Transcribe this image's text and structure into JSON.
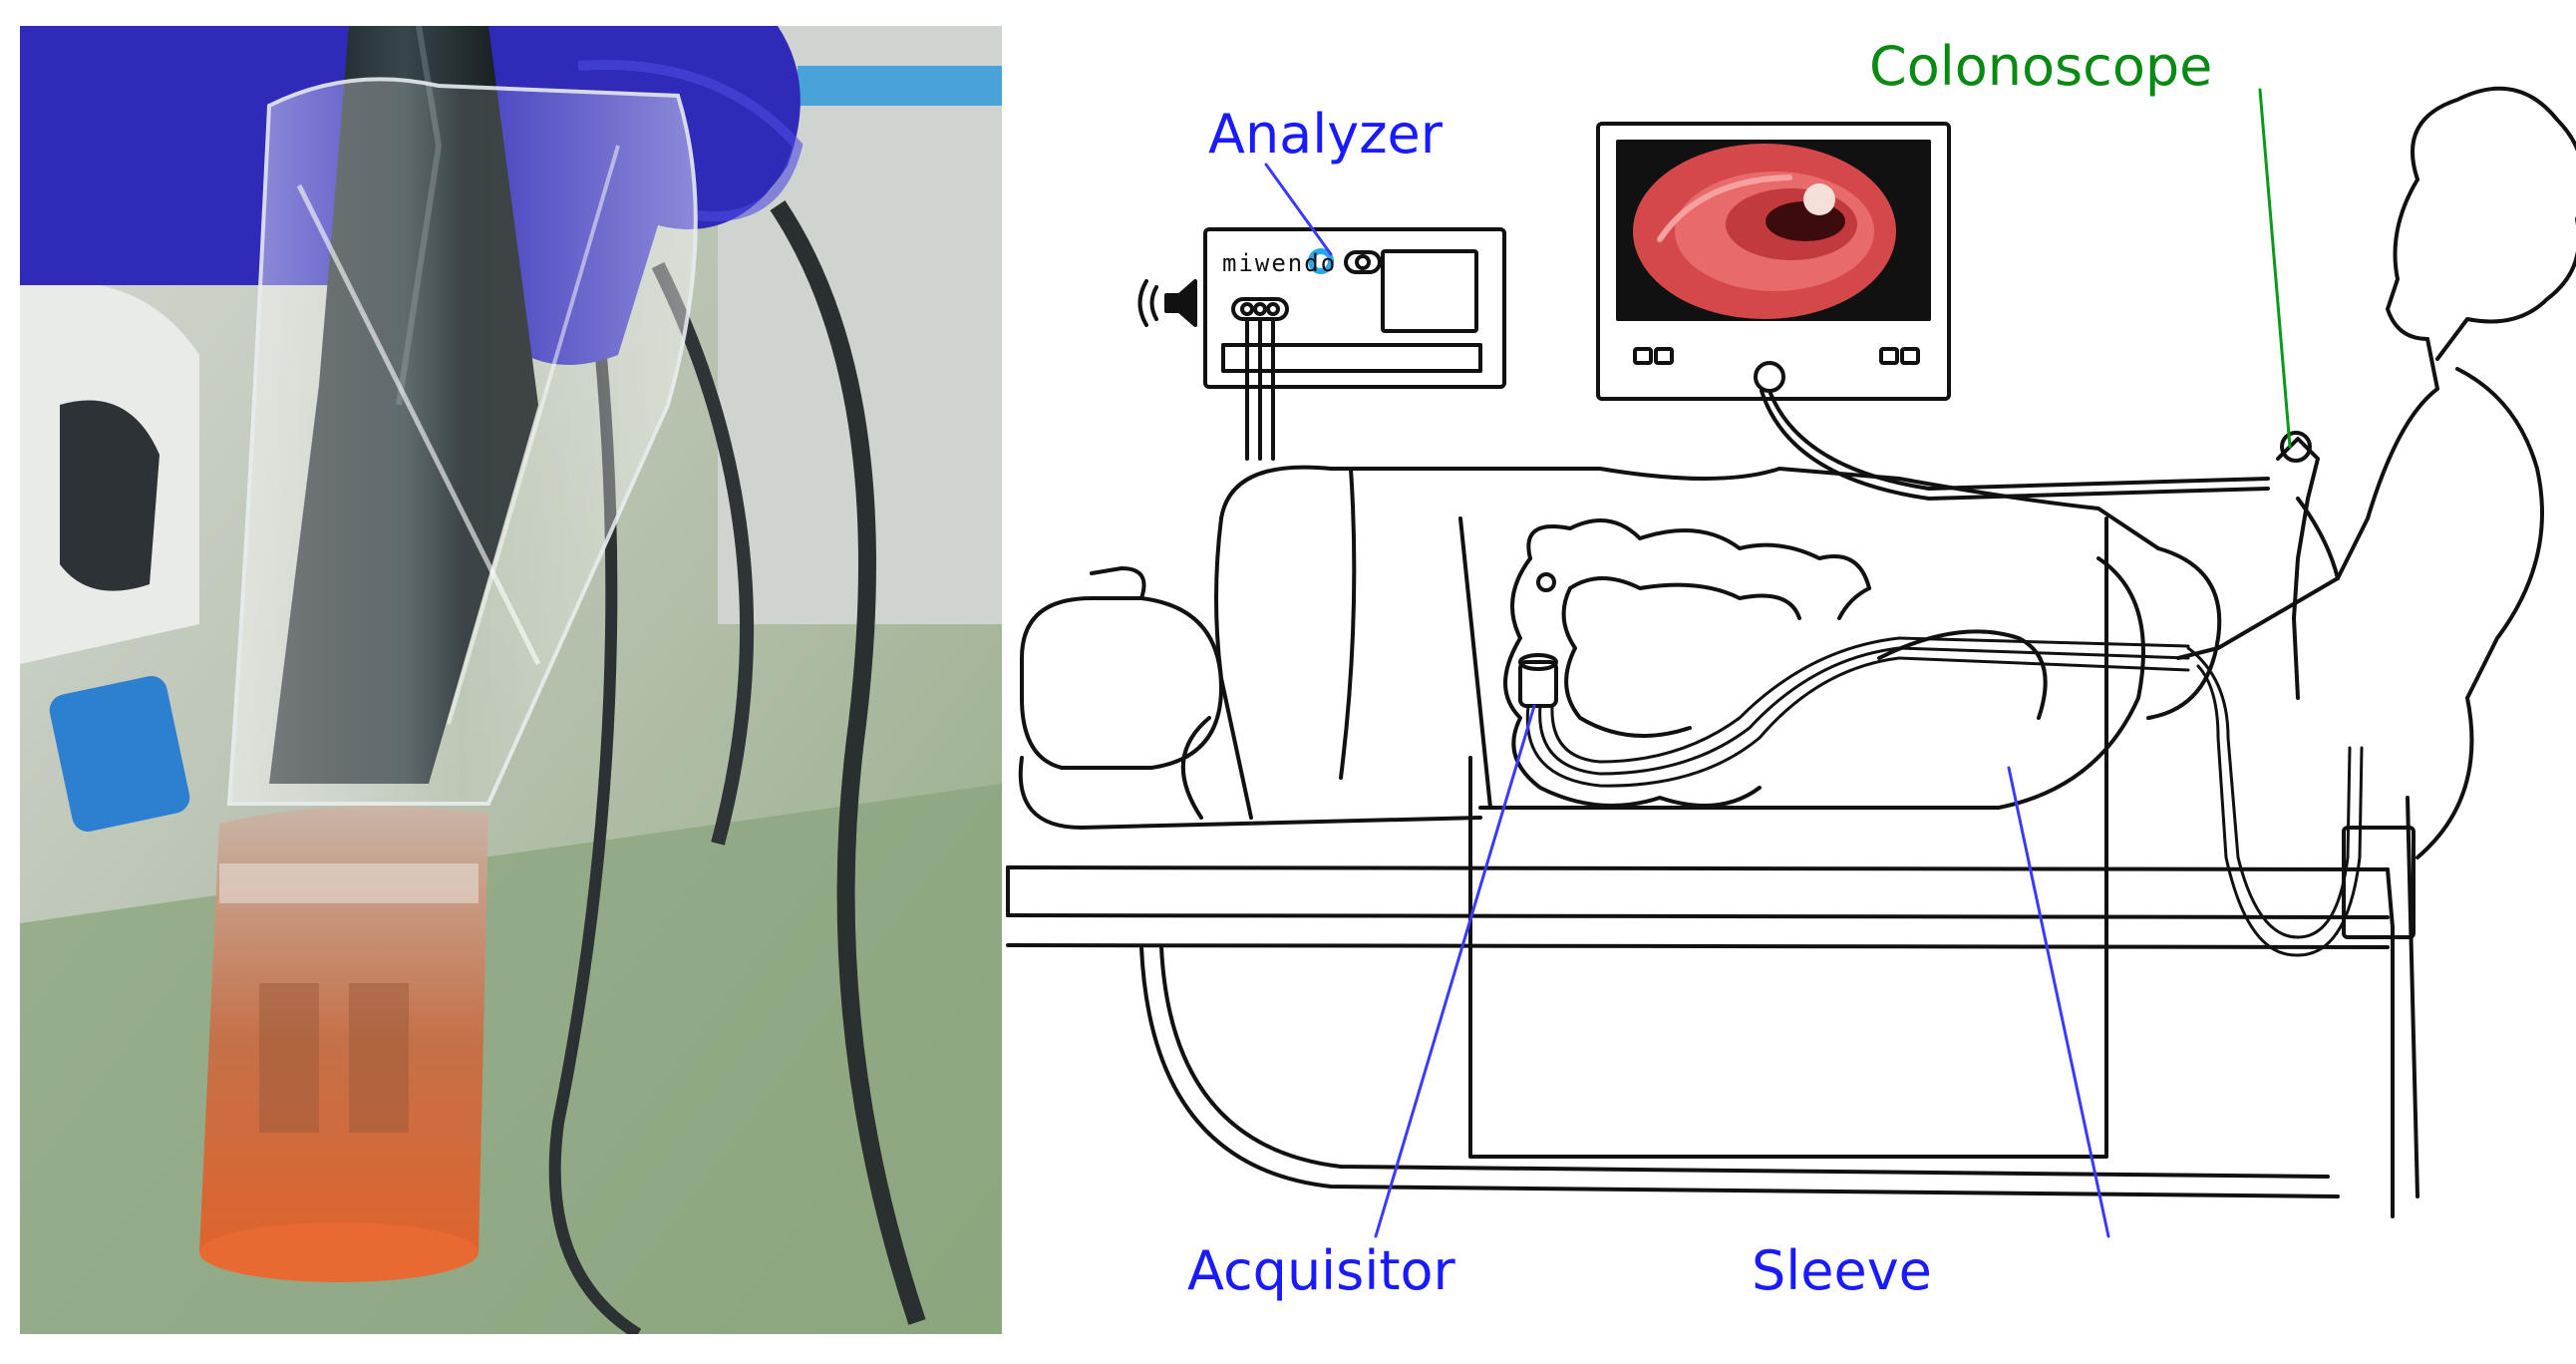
{
  "labels": {
    "analyzer": "Analyzer",
    "colonoscope": "Colonoscope",
    "acquisitor": "Acquisitor",
    "sleeve": "Sleeve",
    "brand": "miwendo"
  },
  "colors": {
    "label_blue": "#1a1aff",
    "label_green": "#0a8a14",
    "line_blue": "#3a3aff",
    "line_green": "#0a9a1a",
    "ink": "#111111",
    "glove": "#2f2ab8",
    "cap": "#d2622e",
    "floor": "#8aa47c"
  },
  "icons": [
    "speaker-icon",
    "glove",
    "endoscope-tip",
    "colon",
    "monitor-screen"
  ]
}
